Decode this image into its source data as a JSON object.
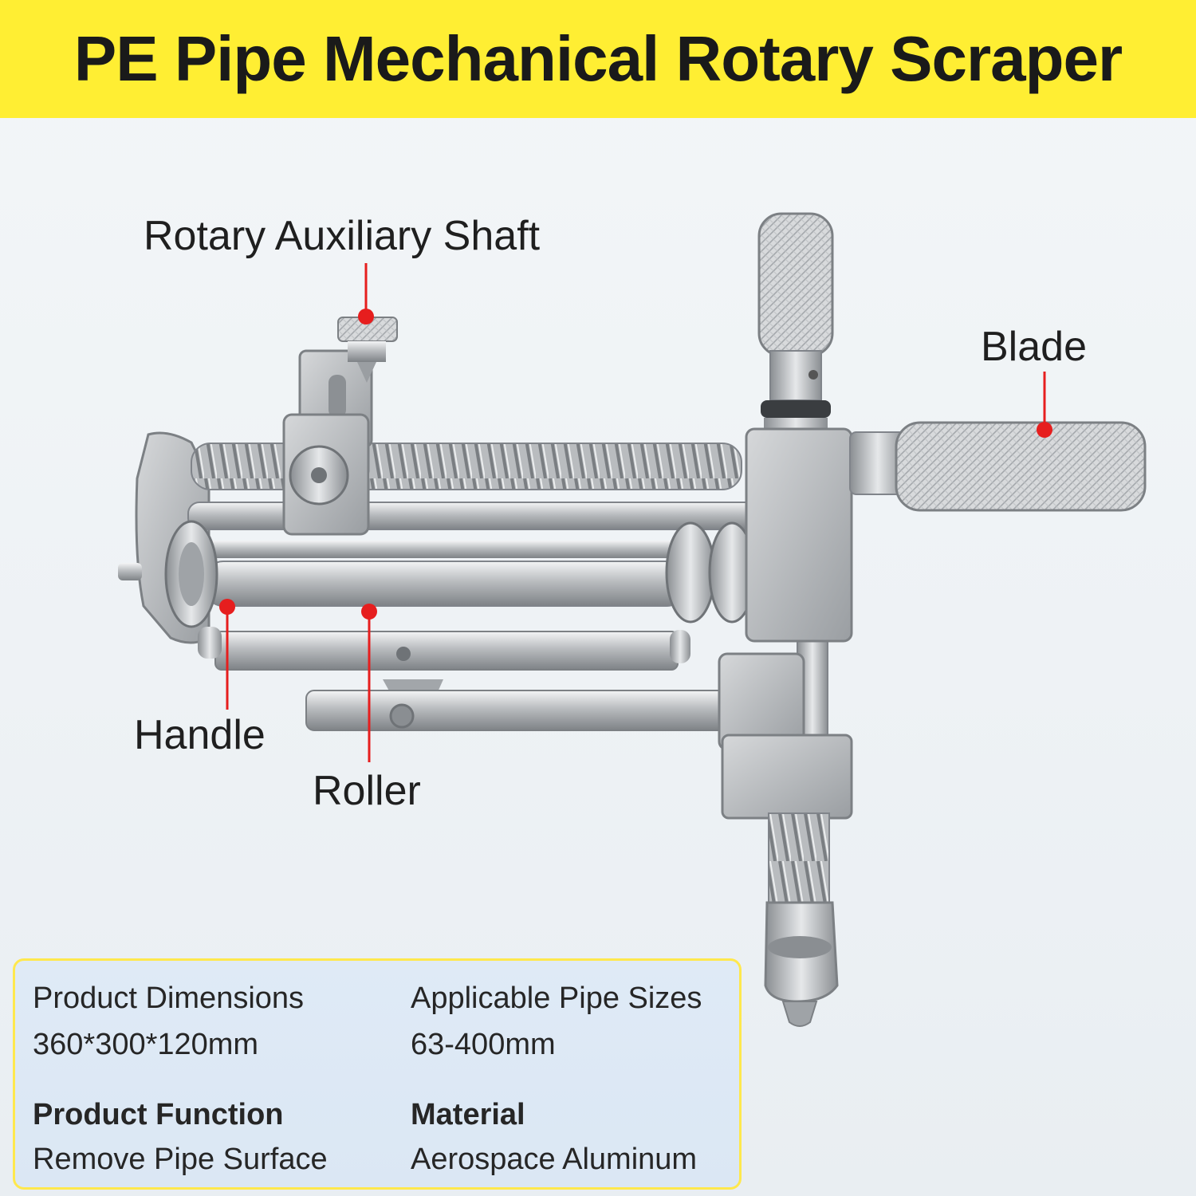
{
  "banner": {
    "title": "PE Pipe Mechanical Rotary Scraper",
    "background_color": "#ffee33"
  },
  "callouts": {
    "rotary_auxiliary_shaft": "Rotary Auxiliary Shaft",
    "blade": "Blade",
    "handle": "Handle",
    "roller": "Roller",
    "marker_color": "#e61e1e"
  },
  "specs": {
    "dimensions": {
      "label": "Product Dimensions",
      "value": "360*300*120mm"
    },
    "pipe_sizes": {
      "label": "Applicable Pipe Sizes",
      "value": "63-400mm"
    },
    "function": {
      "label": "Product Function",
      "value": "Remove Pipe Surface"
    },
    "material": {
      "label": "Material",
      "value": "Aerospace Aluminum"
    },
    "border_color": "#ffe84d"
  }
}
